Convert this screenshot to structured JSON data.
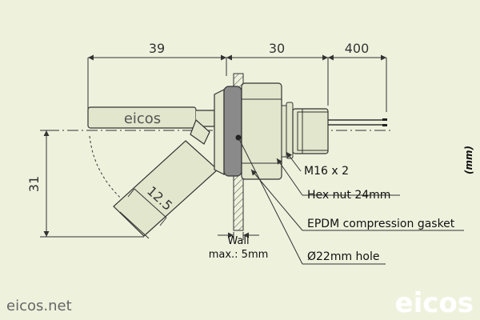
{
  "dimensions": {
    "stem_length": "39",
    "body_length": "30",
    "cable_length": "400",
    "vertical_drop": "31",
    "float_length": "12.5"
  },
  "labels": {
    "thread": "M16 x 2",
    "hex_nut": "Hex nut 24mm",
    "gasket": "EPDM compression gasket",
    "hole": "Ø22mm hole",
    "wall_line1": "Wall",
    "wall_line2": "max.: 5mm"
  },
  "units": "(mm)",
  "stem_brand": "eicos",
  "brand": {
    "url": "eicos.net",
    "logo": "eicos"
  },
  "colors": {
    "background": "#eef2dd",
    "line": "#333333",
    "fill_light": "#e2e6cc",
    "gasket": "#8a8a8a",
    "wall": "#c0c0c0",
    "logo": "#ffffff"
  }
}
